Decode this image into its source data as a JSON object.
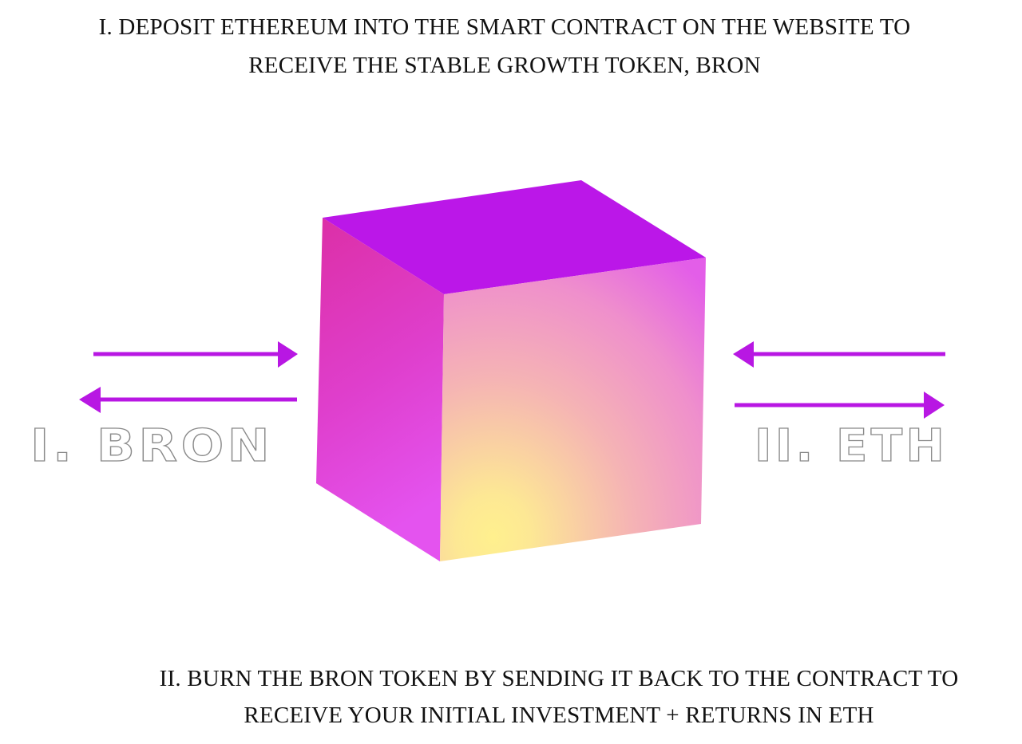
{
  "caption_top": {
    "line1": "I. DEPOSIT ETHEREUM INTO THE SMART CONTRACT ON THE WEBSITE TO",
    "line2": "RECEIVE THE STABLE GROWTH TOKEN, BRON"
  },
  "caption_bottom": {
    "line1": "II. BURN THE BRON TOKEN BY SENDING IT BACK TO THE CONTRACT TO",
    "line2": "RECEIVE YOUR INITIAL INVESTMENT + RETURNS IN ETH"
  },
  "labels": {
    "left": "I. BRON",
    "right": "II. ETH"
  },
  "colors": {
    "arrow": "#b817e3",
    "cube_top": "#bb17e8",
    "cube_left_top": "#dc2fa6",
    "cube_left_bottom": "#e453ef",
    "cube_front_yellow": "#fff08e",
    "cube_front_pink": "#f3a3c2",
    "cube_front_magenta": "#e35ee8"
  }
}
